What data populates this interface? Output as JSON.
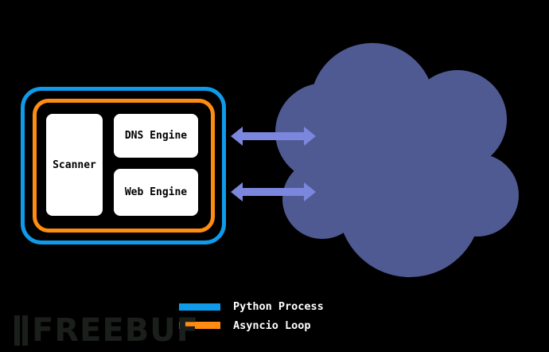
{
  "components": {
    "scanner": "Scanner",
    "dns_engine": "DNS Engine",
    "web_engine": "Web Engine"
  },
  "legend": [
    {
      "label": "Python Process",
      "color": "#0f9bea"
    },
    {
      "label": "Asyncio Loop",
      "color": "#ff8c12"
    }
  ],
  "watermark": "FREEBUF",
  "colors": {
    "background": "#000000",
    "cloud": "#4f5a93",
    "arrow": "#7b86dd"
  }
}
